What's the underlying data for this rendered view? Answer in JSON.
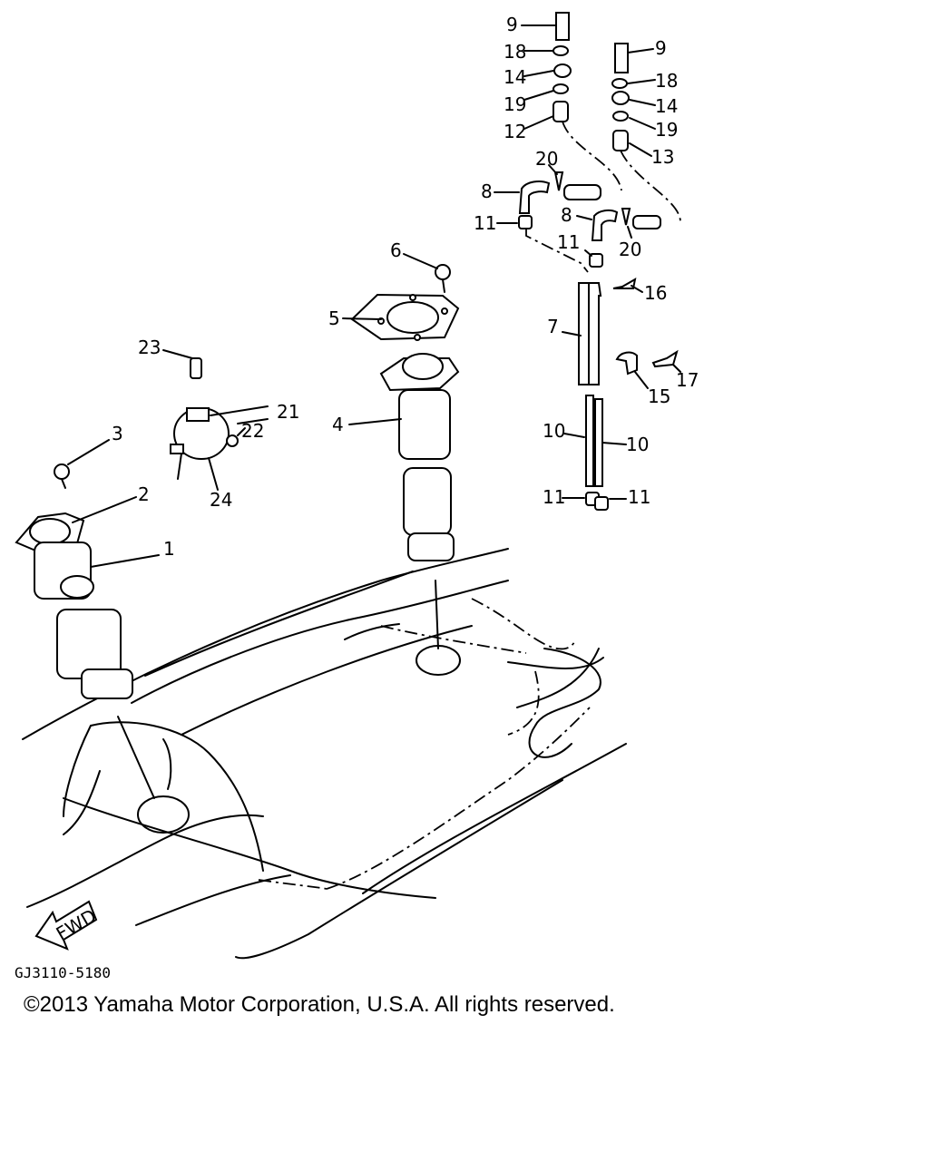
{
  "diagram": {
    "part_labels": {
      "p1": "1",
      "p2": "2",
      "p3": "3",
      "p4": "4",
      "p5": "5",
      "p6": "6",
      "p7": "7",
      "p8a": "8",
      "p8b": "8",
      "p9a": "9",
      "p9b": "9",
      "p10a": "10",
      "p10b": "10",
      "p11a": "11",
      "p11b": "11",
      "p11c": "11",
      "p11d": "11",
      "p12": "12",
      "p13": "13",
      "p14a": "14",
      "p14b": "14",
      "p15": "15",
      "p16": "16",
      "p17": "17",
      "p18a": "18",
      "p18b": "18",
      "p19a": "19",
      "p19b": "19",
      "p20a": "20",
      "p20b": "20",
      "p21": "21",
      "p22": "22",
      "p23": "23",
      "p24": "24"
    },
    "fwd_label": "FWD",
    "drawing_code": "GJ3110-5180"
  },
  "footer": {
    "copyright": "©2013 Yamaha Motor Corporation, U.S.A. All rights reserved."
  }
}
